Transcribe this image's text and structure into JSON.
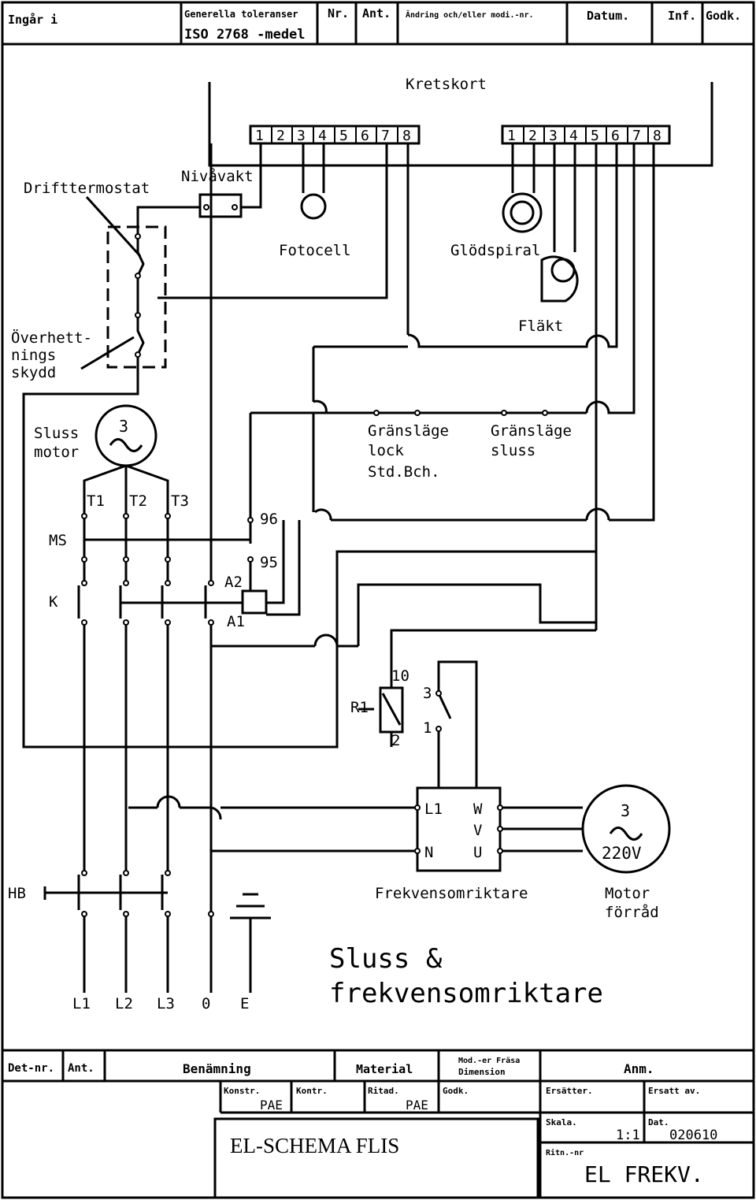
{
  "header": {
    "ingar": "Ingår i",
    "gen_tol_1": "Generella toleranser",
    "gen_tol_2": "ISO 2768 -medel",
    "nr": "Nr.",
    "ant": "Ant.",
    "andring": "Ändring och/eller modi.-nr.",
    "datum": "Datum.",
    "inf": "Inf.",
    "godk": "Godk."
  },
  "diagram": {
    "kretskort": "Kretskort",
    "terminals_left": [
      "1",
      "2",
      "3",
      "4",
      "5",
      "6",
      "7",
      "8"
    ],
    "terminals_right": [
      "1",
      "2",
      "3",
      "4",
      "5",
      "6",
      "7",
      "8"
    ],
    "nivavakt": "Nivåvakt",
    "drifttermostat": "Drifttermostat",
    "overhett_1": "Överhett-",
    "overhett_2": "nings",
    "overhett_3": "skydd",
    "fotocell": "Fotocell",
    "glodspiral": "Glödspiral",
    "flakt": "Fläkt",
    "sluss_motor_1": "Sluss",
    "sluss_motor_2": "motor",
    "motor_3": "3",
    "t1": "T1",
    "t2": "T2",
    "t3": "T3",
    "ms": "MS",
    "k": "K",
    "n96": "96",
    "n95": "95",
    "a2": "A2",
    "a1": "A1",
    "gl_lock_1": "Gränsläge",
    "gl_lock_2": "lock",
    "gl_lock_3": "Std.Bch.",
    "gl_sluss_1": "Gränsläge",
    "gl_sluss_2": "sluss",
    "r1": "R1",
    "r1_10": "10",
    "r1_3": "3",
    "r1_1": "1",
    "r1_2": "2",
    "fr_l1": "L1",
    "fr_n": "N",
    "fr_w": "W",
    "fr_v": "V",
    "fr_u": "U",
    "frekvensomriktare": "Frekvensomriktare",
    "motor2_3": "3",
    "motor2_v": "220V",
    "motor_forrad_1": "Motor",
    "motor_forrad_2": "förråd",
    "hb": "HB",
    "supply": [
      "L1",
      "L2",
      "L3",
      "0",
      "E"
    ],
    "title_1": "Sluss  &",
    "title_2": "frekvensomriktare"
  },
  "titleblock": {
    "detnr": "Det-nr.",
    "ant": "Ant.",
    "benamning": "Benämning",
    "material": "Material",
    "mod_1": "Mod.-er Fräsa",
    "mod_2": "Dimension",
    "anm": "Anm.",
    "konstr": "Konstr.",
    "konstr_v": "PAE",
    "kontr": "Kontr.",
    "ritad": "Ritad.",
    "ritad_v": "PAE",
    "godk": "Godk.",
    "ersatter": "Ersätter.",
    "ersatt_av": "Ersatt av.",
    "skala": "Skala.",
    "skala_v": "1:1",
    "dat": "Dat.",
    "dat_v": "020610",
    "ritnr": "Ritn.-nr",
    "ritnr_v": "EL   FREKV.",
    "doc_title": "EL-SCHEMA FLIS"
  }
}
